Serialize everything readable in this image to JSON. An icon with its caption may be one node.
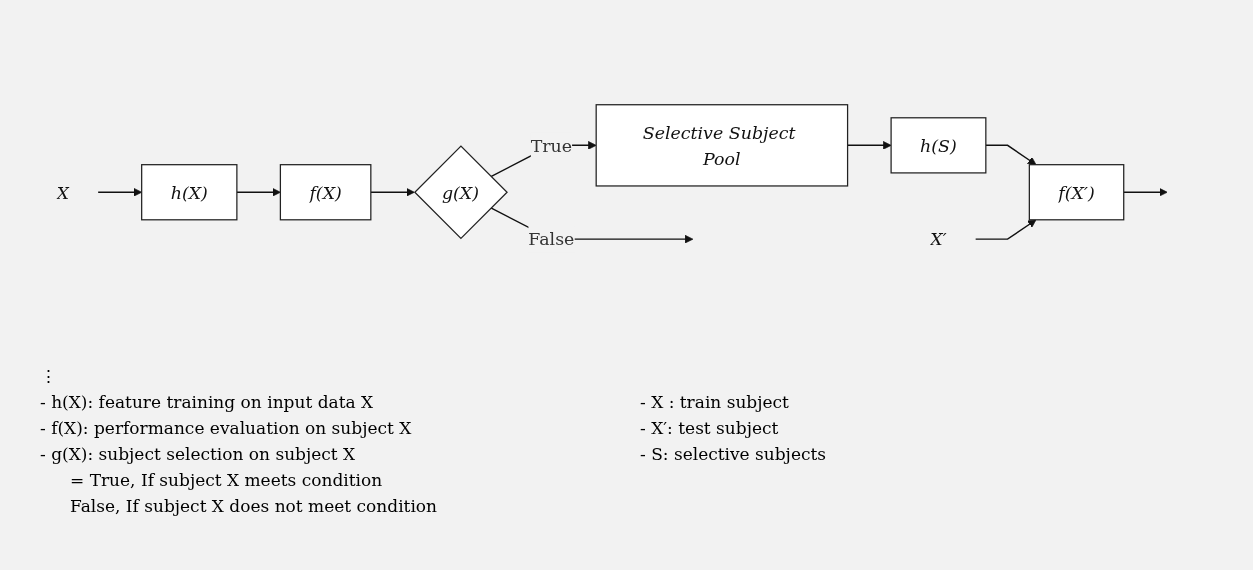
{
  "diagram": {
    "nodes": [
      {
        "text": [
          "X"
        ]
      },
      {
        "text": [
          "h(X)"
        ]
      },
      {
        "text": [
          "f(X)"
        ]
      },
      {
        "text": [
          "g(X)"
        ]
      },
      {
        "text": [
          "Selective Subject Pool"
        ]
      },
      {
        "text": [
          "h(S)"
        ]
      },
      {
        "text": [
          "X′"
        ]
      },
      {
        "text": [
          "f(X′)"
        ]
      }
    ],
    "edges": [
      {
        "from": 0,
        "to": 1,
        "arrow": "to"
      },
      {
        "from": 1,
        "to": 2,
        "arrow": "to"
      },
      {
        "from": 2,
        "to": 3,
        "arrow": "to"
      },
      {
        "from": 3,
        "to": null,
        "label": "False",
        "arrow": "to"
      },
      {
        "from": 3,
        "to": 4,
        "label": "True",
        "arrow": "to"
      },
      {
        "from": 4,
        "to": 5,
        "arrow": "to"
      },
      {
        "from": 5,
        "to": 7,
        "arrow": "to"
      },
      {
        "from": 6,
        "to": 7,
        "arrow": "to"
      },
      {
        "from": 7,
        "to": null,
        "arrow": "to"
      }
    ],
    "labels": [
      "⋮",
      "- h(X): feature training on input data X",
      "- X : train subject",
      "- f(X): performance evaluation on subject X",
      "- X′: test subject",
      "- g(X): subject selection on subject X",
      "- S: selective subjects",
      "= True, If subject X meets condition",
      "False, If subject X does not meet condition"
    ]
  }
}
